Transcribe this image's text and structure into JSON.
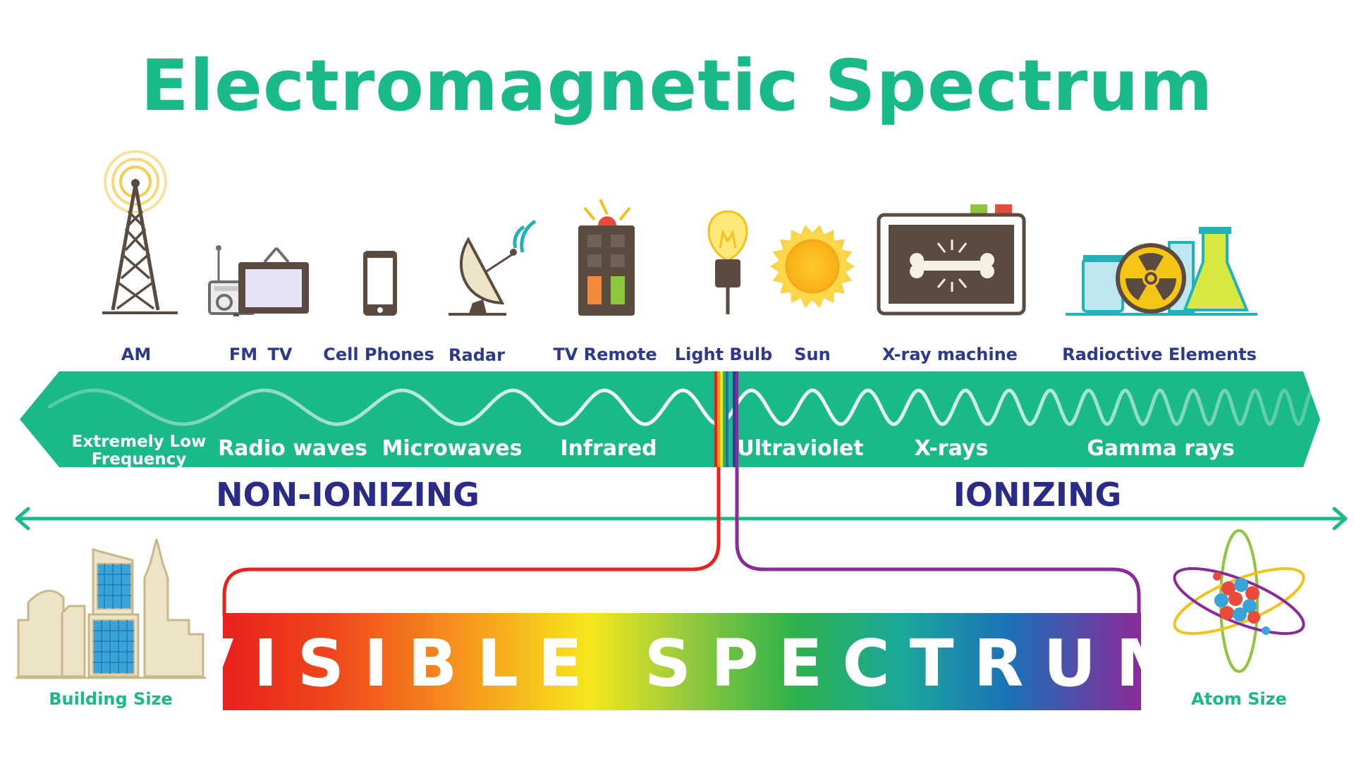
{
  "title": "Electromagnetic Spectrum",
  "colors": {
    "accent": "#19b98a",
    "dark_label": "#2d3a8c",
    "ionizing_label": "#2a2a87",
    "ultraviolet_line": "#8a2a9a",
    "visible_red": "#e8211c"
  },
  "sources": [
    {
      "label": "AM",
      "icon": "radio-tower-icon"
    },
    {
      "label": "FM",
      "icon": "radio-icon"
    },
    {
      "label": "TV",
      "icon": "television-icon"
    },
    {
      "label": "Cell Phones",
      "icon": "cell-phone-icon"
    },
    {
      "label": "Radar",
      "icon": "radar-dish-icon"
    },
    {
      "label": "TV Remote",
      "icon": "tv-remote-icon"
    },
    {
      "label": "Light Bulb",
      "icon": "light-bulb-icon"
    },
    {
      "label": "Sun",
      "icon": "sun-icon"
    },
    {
      "label": "X-ray machine",
      "icon": "xray-machine-icon"
    },
    {
      "label": "Radioctive Elements",
      "icon": "radioactive-lab-icon"
    }
  ],
  "bands": [
    {
      "label_line1": "Extremely Low",
      "label_line2": "Frequency"
    },
    {
      "label": "Radio waves"
    },
    {
      "label": "Microwaves"
    },
    {
      "label": "Infrared"
    },
    {
      "label": "Ultraviolet"
    },
    {
      "label": "X-rays"
    },
    {
      "label": "Gamma rays"
    }
  ],
  "ionization": {
    "non_ionizing": "NON-IONIZING",
    "ionizing": "IONIZING"
  },
  "visible": {
    "label": "VISIBLE SPECTRUM"
  },
  "size": {
    "left_label": "Building Size",
    "left_icon": "buildings-icon",
    "right_label": "Atom Size",
    "right_icon": "atom-icon"
  }
}
